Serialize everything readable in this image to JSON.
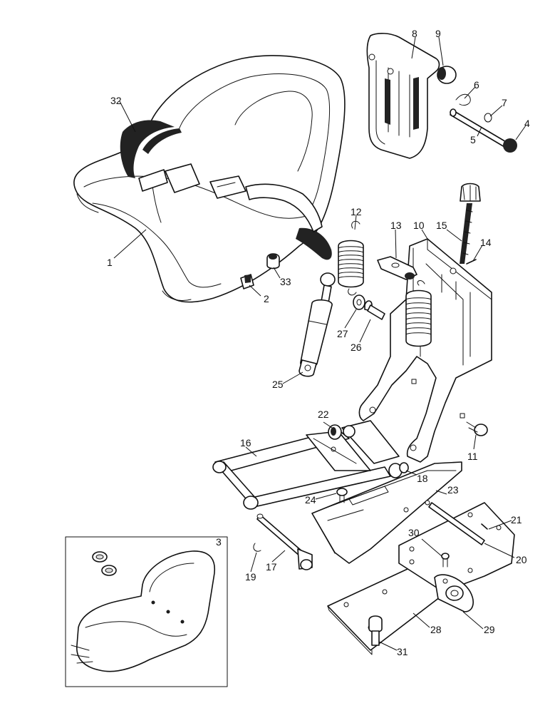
{
  "diagram": {
    "labels": {
      "p1": "1",
      "p2": "2",
      "p3": "3",
      "p4": "4",
      "p5": "5",
      "p6": "6",
      "p7": "7",
      "p8": "8",
      "p9": "9",
      "p10": "10",
      "p11": "11",
      "p12": "12",
      "p13": "13",
      "p14": "14",
      "p15": "15",
      "p16": "16",
      "p17": "17",
      "p18": "18",
      "p19": "19",
      "p20": "20",
      "p21": "21",
      "p22": "22",
      "p23": "23",
      "p24": "24",
      "p25": "25",
      "p26": "26",
      "p27": "27",
      "p28": "28",
      "p29": "29",
      "p30": "30",
      "p31": "31",
      "p32": "32",
      "p33": "33"
    }
  }
}
